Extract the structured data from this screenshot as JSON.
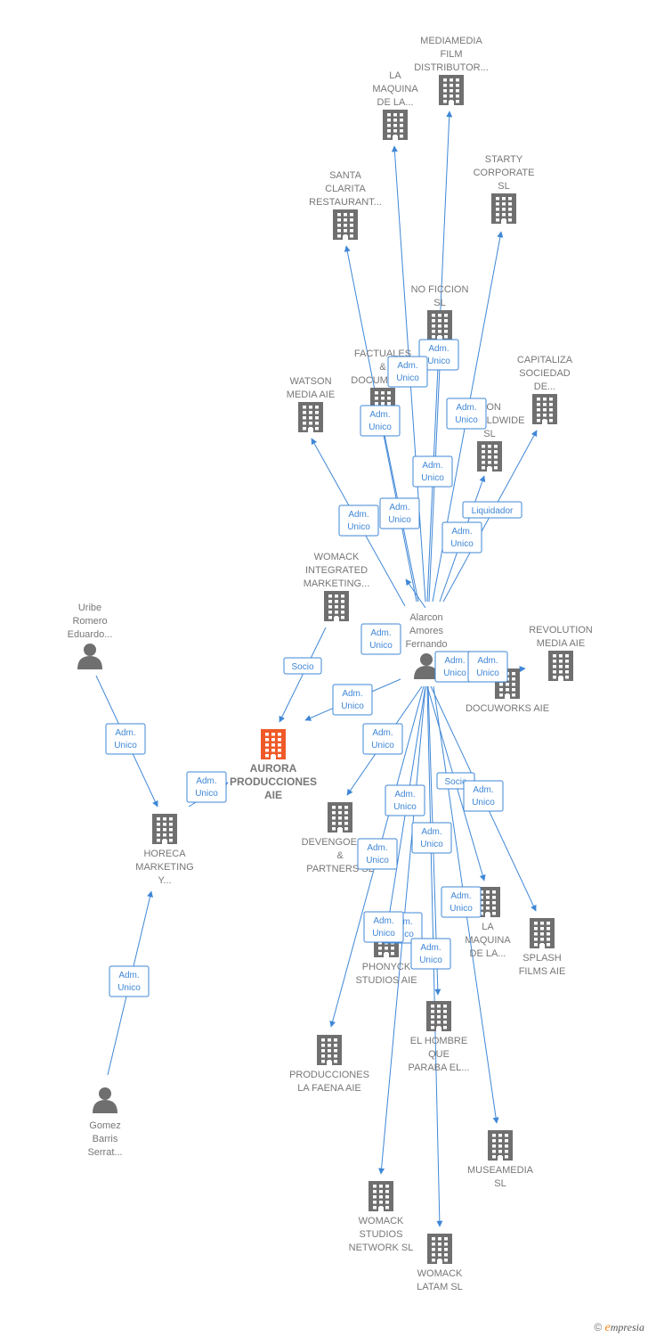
{
  "colors": {
    "edge": "#3f87d6",
    "node": "#6f6f6f",
    "focus": "#f05a28",
    "label": "#777777"
  },
  "nodes": [
    {
      "id": "mediamedia",
      "type": "company",
      "label": [
        "MEDIAMEDIA",
        "FILM",
        "DISTRIBUTOR..."
      ]
    },
    {
      "id": "lamaquina1",
      "type": "company",
      "label": [
        "LA",
        "MAQUINA",
        "DE LA..."
      ]
    },
    {
      "id": "starty",
      "type": "company",
      "label": [
        "STARTY",
        "CORPORATE",
        "SL"
      ]
    },
    {
      "id": "santaclarita",
      "type": "company",
      "label": [
        "SANTA",
        "CLARITA",
        "RESTAURANT..."
      ]
    },
    {
      "id": "noficcion",
      "type": "company",
      "label": [
        "NO FICCION",
        "SL"
      ]
    },
    {
      "id": "factuales",
      "type": "company",
      "label": [
        "FACTUALES",
        "&",
        "DOCUMENT..."
      ]
    },
    {
      "id": "watson",
      "type": "company",
      "label": [
        "WATSON",
        "MEDIA  AIE"
      ]
    },
    {
      "id": "worldwide",
      "type": "company",
      "label": [
        "...ON",
        "...WORLDWIDE",
        "SL"
      ]
    },
    {
      "id": "capitaliza",
      "type": "company",
      "label": [
        "CAPITALIZA",
        "SOCIEDAD",
        "DE..."
      ]
    },
    {
      "id": "womackint",
      "type": "company",
      "label": [
        "WOMACK",
        "INTEGRATED",
        "MARKETING..."
      ]
    },
    {
      "id": "uribe",
      "type": "person",
      "label": [
        "Uribe",
        "Romero",
        "Eduardo..."
      ]
    },
    {
      "id": "alarcon",
      "type": "person",
      "label": [
        "Alarcon",
        "Amores",
        "Fernando"
      ]
    },
    {
      "id": "revolution",
      "type": "company",
      "label": [
        "REVOLUTION",
        "MEDIA  AIE"
      ]
    },
    {
      "id": "docuworks",
      "type": "company",
      "label": [
        "DOCUWORKS AIE"
      ]
    },
    {
      "id": "aurora",
      "type": "focus",
      "label": [
        "AURORA",
        "PRODUCCIONES",
        "AIE"
      ]
    },
    {
      "id": "horeca",
      "type": "company",
      "label": [
        "HORECA",
        "MARKETING",
        "Y..."
      ]
    },
    {
      "id": "devengoecho",
      "type": "company",
      "label": [
        "DEVENGOECHO",
        "&",
        "PARTNERS  SL"
      ]
    },
    {
      "id": "lamaquina2",
      "type": "company",
      "label": [
        "LA",
        "MAQUINA",
        "DE LA..."
      ]
    },
    {
      "id": "splash",
      "type": "company",
      "label": [
        "SPLASH",
        "FILMS  AIE"
      ]
    },
    {
      "id": "phonyck",
      "type": "company",
      "label": [
        "PHONYCK",
        "STUDIOS AIE"
      ]
    },
    {
      "id": "elhombre",
      "type": "company",
      "label": [
        "EL HOMBRE",
        "QUE",
        "PARABA EL..."
      ]
    },
    {
      "id": "lafaena",
      "type": "company",
      "label": [
        "PRODUCCIONES",
        "LA FAENA AIE"
      ]
    },
    {
      "id": "gomez",
      "type": "person",
      "label": [
        "Gomez",
        "Barris",
        "Serrat..."
      ]
    },
    {
      "id": "museamedia",
      "type": "company",
      "label": [
        "MUSEAMEDIA",
        "SL"
      ]
    },
    {
      "id": "womackstudios",
      "type": "company",
      "label": [
        "WOMACK",
        "STUDIOS",
        "NETWORK  SL"
      ]
    },
    {
      "id": "womacklatam",
      "type": "company",
      "label": [
        "WOMACK",
        "LATAM  SL"
      ]
    }
  ],
  "edge_labels": [
    {
      "lines": [
        "Adm.",
        "Unico"
      ]
    },
    {
      "lines": [
        "Adm.",
        "Unico"
      ]
    },
    {
      "lines": [
        "Adm.",
        "Unico"
      ]
    },
    {
      "lines": [
        "Adm.",
        "Unico"
      ]
    },
    {
      "lines": [
        "Adm.",
        "Unico"
      ]
    },
    {
      "lines": [
        "Adm.",
        "Unico"
      ]
    },
    {
      "lines": [
        "Adm.",
        "Unico"
      ]
    },
    {
      "lines": [
        "Adm.",
        "Unico"
      ]
    },
    {
      "lines": [
        "Adm.",
        "Unico"
      ]
    },
    {
      "lines": [
        "Liquidador"
      ]
    },
    {
      "lines": [
        "Adm.",
        "Unico"
      ]
    },
    {
      "lines": [
        "Adm.",
        "Unico"
      ]
    },
    {
      "lines": [
        "Adm.",
        "Unico"
      ]
    },
    {
      "lines": [
        "Adm.",
        "Unico"
      ]
    },
    {
      "lines": [
        "Socio"
      ]
    },
    {
      "lines": [
        "Adm.",
        "Unico"
      ]
    },
    {
      "lines": [
        "Adm.",
        "Unico"
      ]
    },
    {
      "lines": [
        "Socio"
      ]
    },
    {
      "lines": [
        "Adm.",
        "Unico"
      ]
    },
    {
      "lines": [
        "Adm.",
        "Unico"
      ]
    },
    {
      "lines": [
        "Adm.",
        "Unico"
      ]
    },
    {
      "lines": [
        "Adm.",
        "Unico"
      ]
    },
    {
      "lines": [
        "Adm.",
        "Unico"
      ]
    },
    {
      "lines": [
        "Adm.",
        "Unico"
      ]
    },
    {
      "lines": [
        "Adm.",
        "Unico"
      ]
    },
    {
      "lines": [
        "Adm.",
        "Unico"
      ]
    },
    {
      "lines": [
        "Adm.",
        "Unico"
      ]
    },
    {
      "lines": [
        "Adm.",
        "Unico"
      ]
    }
  ],
  "footer": {
    "copyright": "©",
    "brand_initial": "e",
    "brand_rest": "mpresia"
  }
}
